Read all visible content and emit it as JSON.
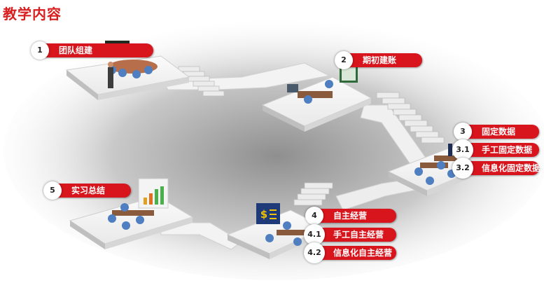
{
  "title": "教学内容",
  "steps": [
    {
      "num": "1",
      "label": "团队组建"
    },
    {
      "num": "2",
      "label": "期初建账"
    },
    {
      "num": "3",
      "label": "固定数据"
    },
    {
      "num": "3.1",
      "label": "手工固定数据"
    },
    {
      "num": "3.2",
      "label": "信息化固定数据"
    },
    {
      "num": "4",
      "label": "自主经营"
    },
    {
      "num": "4.1",
      "label": "手工自主经营"
    },
    {
      "num": "4.2",
      "label": "信息化自主经营"
    },
    {
      "num": "5",
      "label": "实习总结"
    }
  ],
  "colors": {
    "accent": "#d8141c",
    "title": "#d81e1e"
  },
  "icons": {
    "dollar": "$",
    "board": "M"
  }
}
